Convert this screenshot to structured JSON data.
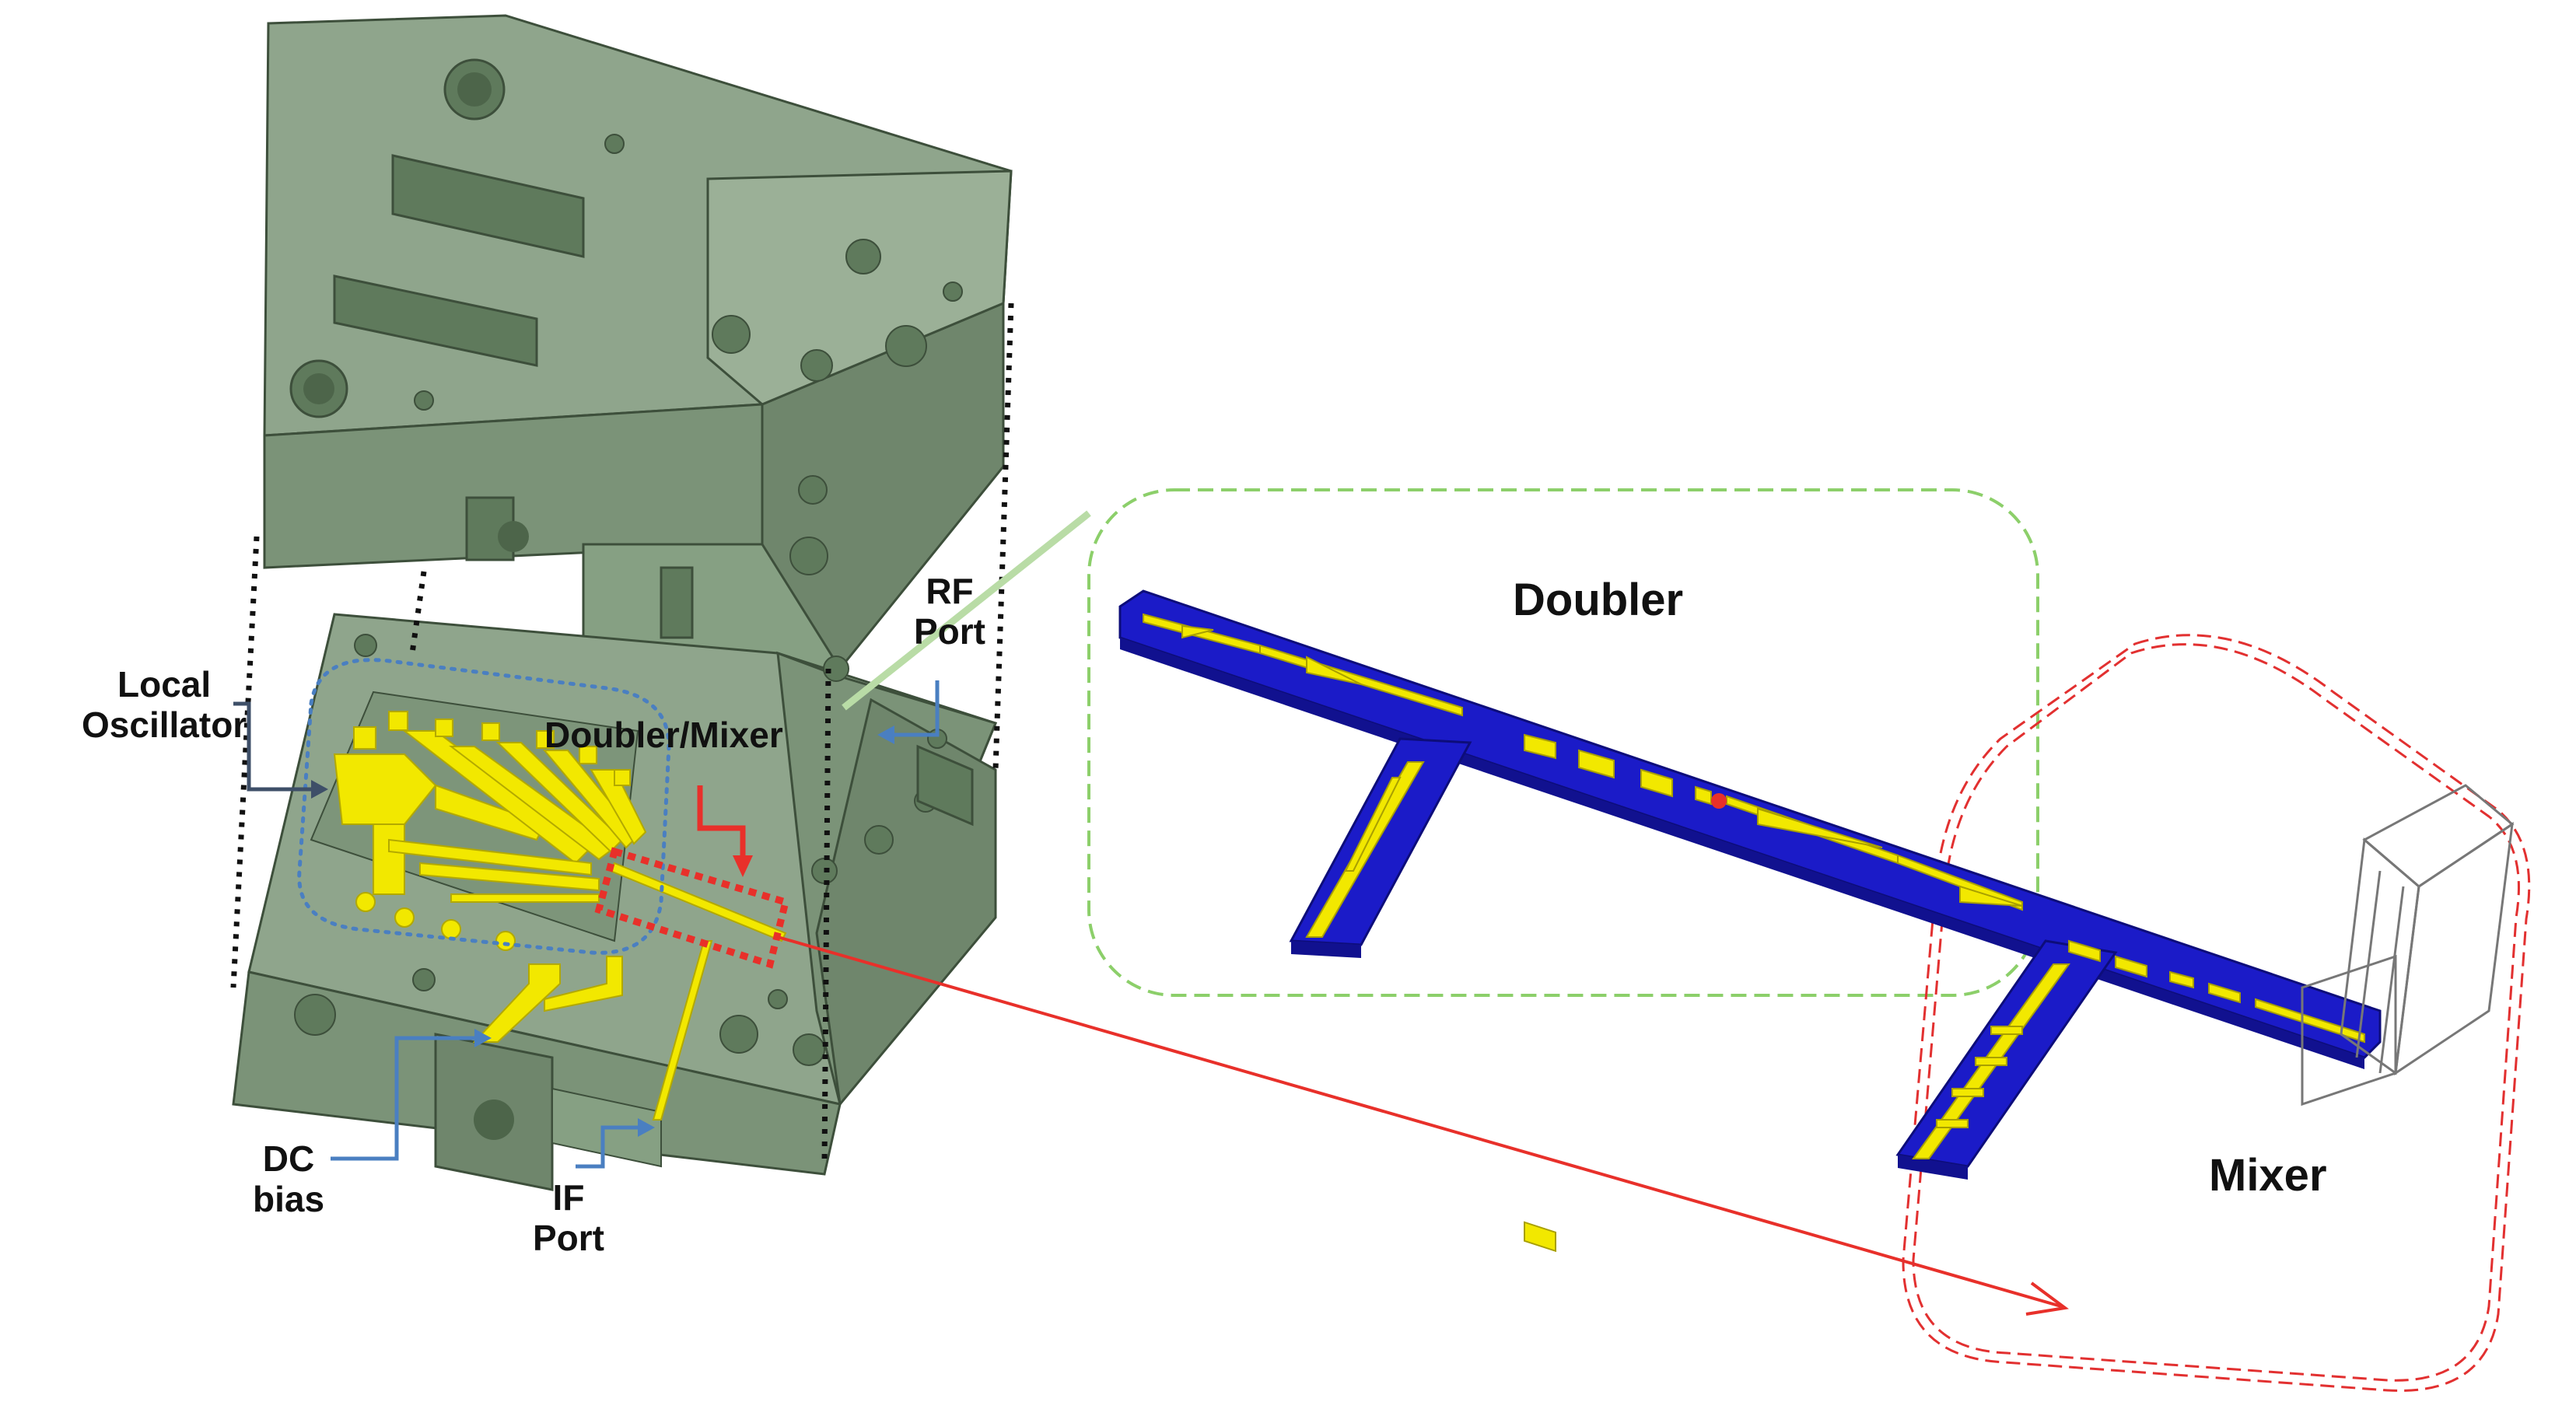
{
  "labels": {
    "local_oscillator": [
      "Local",
      "Oscillator"
    ],
    "doubler_mixer": "Doubler/Mixer",
    "rf_port": [
      "RF",
      "Port"
    ],
    "dc_bias": [
      "DC",
      "bias"
    ],
    "if_port": [
      "IF",
      "Port"
    ],
    "doubler": "Doubler",
    "mixer": "Mixer"
  },
  "colors": {
    "housing": "#8fa58c",
    "housing_shadow": "#6f866c",
    "housing_edge": "#3d4f3b",
    "substrate": "#1b1bc8",
    "metal": "#f2e800",
    "doubler_outline": "#8ccf6a",
    "mixer_outline": "#e23030",
    "pointer_blue": "#4a7fc1",
    "pointer_red": "#e8302a",
    "dotted_black": "#111111"
  }
}
